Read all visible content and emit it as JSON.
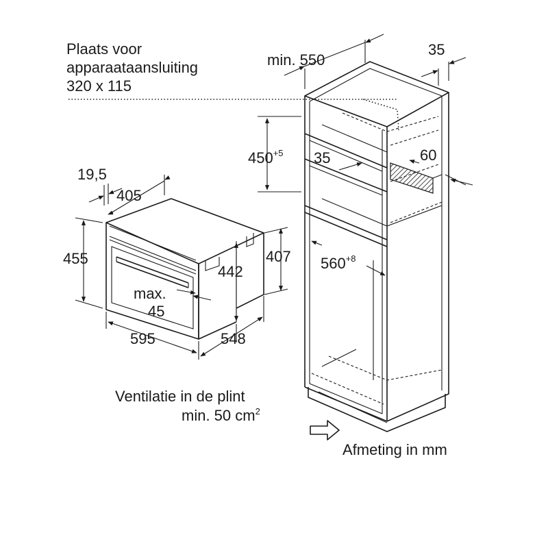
{
  "notes": {
    "connection_line1": "Plaats voor",
    "connection_line2": "apparaataansluiting",
    "connection_line3": "320 x 115",
    "ventilation_line1": "Ventilatie in de plint",
    "ventilation_line2_prefix": "min. 50 cm",
    "ventilation_line2_sup": "2",
    "unit_note": "Afmeting in mm"
  },
  "cabinet_dims": {
    "width_min": "min. 550",
    "depth_35": "35",
    "niche_height": "450",
    "niche_height_tol": "+5",
    "inner_35": "35",
    "gap_60": "60",
    "niche_width": "560",
    "niche_width_tol": "+8"
  },
  "oven_dims": {
    "front_offset": "19,5",
    "depth_405": "405",
    "height_455": "455",
    "inner_442": "442",
    "rear_407": "407",
    "handle_max": "max.",
    "handle_45": "45",
    "width_595": "595",
    "depth_548": "548"
  }
}
